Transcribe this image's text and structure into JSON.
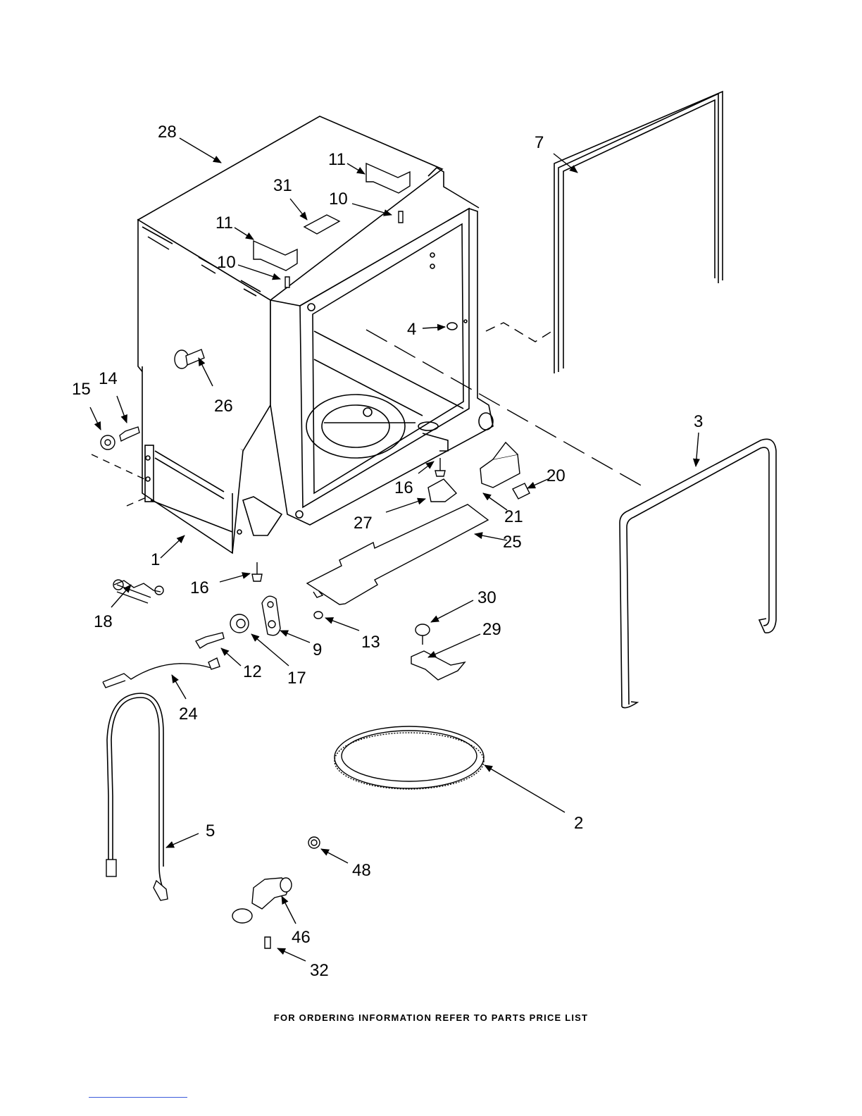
{
  "callouts": {
    "c28": "28",
    "c7": "7",
    "c11a": "11",
    "c11b": "11",
    "c31": "31",
    "c10a": "10",
    "c10b": "10",
    "c4": "4",
    "c26": "26",
    "c15": "15",
    "c14": "14",
    "c3": "3",
    "c16a": "16",
    "c20": "20",
    "c21": "21",
    "c27": "27",
    "c25": "25",
    "c1": "1",
    "c16b": "16",
    "c18": "18",
    "c30": "30",
    "c29": "29",
    "c13": "13",
    "c9": "9",
    "c17": "17",
    "c12": "12",
    "c24": "24",
    "c2": "2",
    "c5": "5",
    "c48": "48",
    "c46": "46",
    "c32": "32"
  },
  "footer": {
    "note": "FOR ORDERING INFORMATION REFER TO PARTS PRICE LIST"
  },
  "colors": {
    "ink": "#000000",
    "paper": "#ffffff",
    "rule": "#3b5bdb"
  }
}
